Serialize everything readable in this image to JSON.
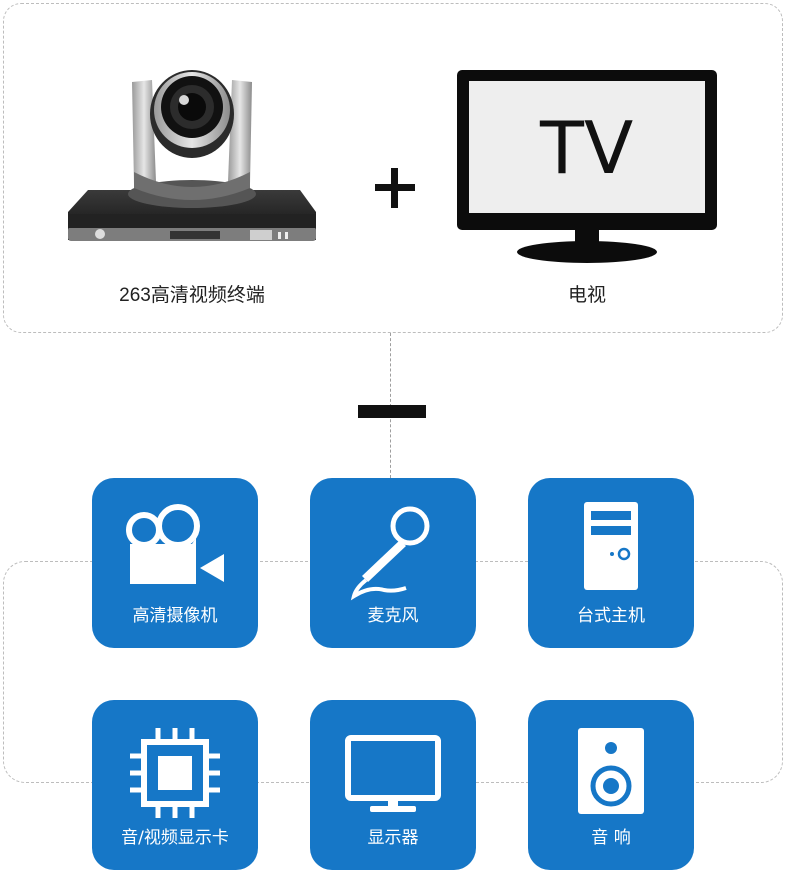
{
  "top": {
    "camera_label": "263高清视频终端",
    "plus": "+",
    "tv_label": "电视",
    "tv_text": "TV"
  },
  "tiles": [
    {
      "label": "高清摄像机",
      "icon": "video-camera-icon"
    },
    {
      "label": "麦克风",
      "icon": "microphone-icon"
    },
    {
      "label": "台式主机",
      "icon": "desktop-tower-icon"
    },
    {
      "label": "音/视频显示卡",
      "icon": "chip-icon"
    },
    {
      "label": "显示器",
      "icon": "monitor-icon"
    },
    {
      "label": "音 响",
      "icon": "speaker-icon"
    }
  ],
  "colors": {
    "tile": "#1677c7",
    "dash": "#bdbdbd"
  }
}
